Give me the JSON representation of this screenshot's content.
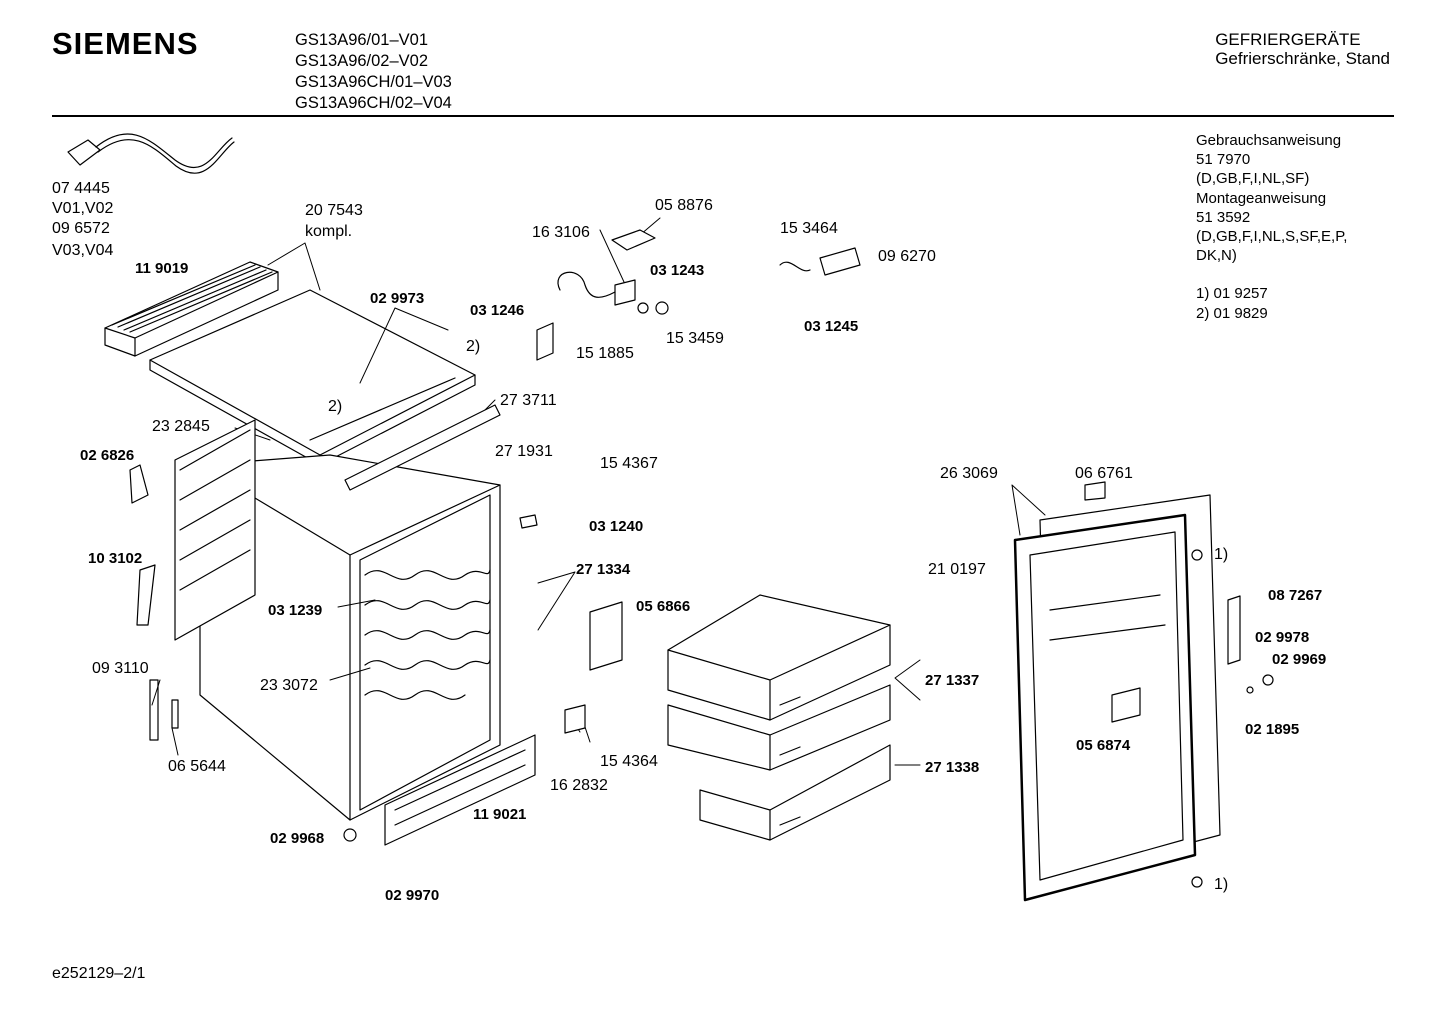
{
  "header": {
    "brand": "SIEMENS",
    "models": [
      "GS13A96/01–V01",
      "GS13A96/02–V02",
      "GS13A96CH/01–V03",
      "GS13A96CH/02–V04"
    ],
    "category": "GEFRIERGERÄTE",
    "subcategory": "Gefrierschränke, Stand"
  },
  "notes": [
    "Gebrauchsanweisung",
    "51 7970",
    "(D,GB,F,I,NL,SF)",
    "Montageanweisung",
    "51 3592",
    "(D,GB,F,I,NL,S,SF,E,P,",
    "DK,N)",
    "",
    "1)  01 9257",
    "2)  01 9829"
  ],
  "parts": [
    {
      "id": "p-074445",
      "text": "07 4445",
      "bold": false
    },
    {
      "id": "p-v0102",
      "text": "V01,V02",
      "bold": false
    },
    {
      "id": "p-096572",
      "text": "09 6572",
      "bold": false
    },
    {
      "id": "p-v0304",
      "text": "V03,V04",
      "bold": false
    },
    {
      "id": "p-119019",
      "text": "11 9019",
      "bold": true
    },
    {
      "id": "p-207543",
      "text": "20 7543",
      "bold": false
    },
    {
      "id": "p-kompl",
      "text": "kompl.",
      "bold": false
    },
    {
      "id": "p-029973",
      "text": "02 9973",
      "bold": true
    },
    {
      "id": "p-note2a",
      "text": "2)",
      "bold": false
    },
    {
      "id": "p-note2b",
      "text": "2)",
      "bold": false
    },
    {
      "id": "p-031246",
      "text": "03 1246",
      "bold": true
    },
    {
      "id": "p-163106",
      "text": "16 3106",
      "bold": false
    },
    {
      "id": "p-058876",
      "text": "05 8876",
      "bold": false
    },
    {
      "id": "p-031243",
      "text": "03 1243",
      "bold": true
    },
    {
      "id": "p-151885",
      "text": "15 1885",
      "bold": false
    },
    {
      "id": "p-153459",
      "text": "15 3459",
      "bold": false
    },
    {
      "id": "p-153464",
      "text": "15 3464",
      "bold": false
    },
    {
      "id": "p-096270",
      "text": "09 6270",
      "bold": false
    },
    {
      "id": "p-031245",
      "text": "03 1245",
      "bold": true
    },
    {
      "id": "p-232845",
      "text": "23 2845",
      "bold": false
    },
    {
      "id": "p-273711",
      "text": "27 3711",
      "bold": false
    },
    {
      "id": "p-271931",
      "text": "27 1931",
      "bold": false
    },
    {
      "id": "p-154367",
      "text": "15 4367",
      "bold": false
    },
    {
      "id": "p-026826",
      "text": "02 6826",
      "bold": true
    },
    {
      "id": "p-031240",
      "text": "03 1240",
      "bold": true
    },
    {
      "id": "p-103102",
      "text": "10 3102",
      "bold": true
    },
    {
      "id": "p-271334",
      "text": "27 1334",
      "bold": true
    },
    {
      "id": "p-031239",
      "text": "03 1239",
      "bold": true
    },
    {
      "id": "p-056866",
      "text": "05 6866",
      "bold": true
    },
    {
      "id": "p-093110",
      "text": "09 3110",
      "bold": false
    },
    {
      "id": "p-233072",
      "text": "23 3072",
      "bold": false
    },
    {
      "id": "p-065644",
      "text": "06 5644",
      "bold": false
    },
    {
      "id": "p-154364",
      "text": "15 4364",
      "bold": false
    },
    {
      "id": "p-162832",
      "text": "16 2832",
      "bold": false
    },
    {
      "id": "p-119021",
      "text": "11 9021",
      "bold": true
    },
    {
      "id": "p-029968",
      "text": "02 9968",
      "bold": true
    },
    {
      "id": "p-029970",
      "text": "02 9970",
      "bold": true
    },
    {
      "id": "p-271337",
      "text": "27 1337",
      "bold": true
    },
    {
      "id": "p-271338",
      "text": "27 1338",
      "bold": true
    },
    {
      "id": "p-263069",
      "text": "26 3069",
      "bold": false
    },
    {
      "id": "p-066761",
      "text": "06 6761",
      "bold": false
    },
    {
      "id": "p-210197",
      "text": "21 0197",
      "bold": false
    },
    {
      "id": "p-note1a",
      "text": "1)",
      "bold": false
    },
    {
      "id": "p-087267",
      "text": "08 7267",
      "bold": true
    },
    {
      "id": "p-029978",
      "text": "02 9978",
      "bold": true
    },
    {
      "id": "p-029969",
      "text": "02 9969",
      "bold": true
    },
    {
      "id": "p-021895",
      "text": "02 1895",
      "bold": true
    },
    {
      "id": "p-056874",
      "text": "05 6874",
      "bold": true
    },
    {
      "id": "p-note1b",
      "text": "1)",
      "bold": false
    }
  ],
  "footer": {
    "doc_id": "e252129–2/1"
  }
}
